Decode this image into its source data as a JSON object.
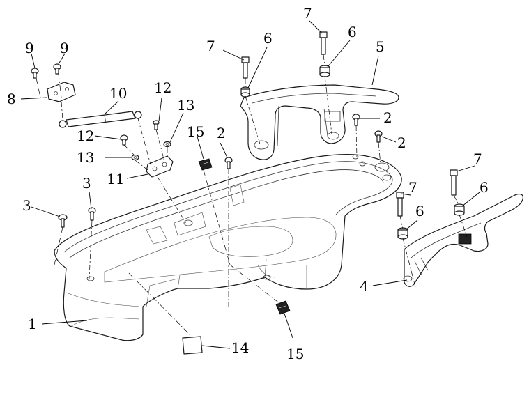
{
  "callouts": [
    {
      "id": "c1",
      "text": "1"
    },
    {
      "id": "c2a",
      "text": "2"
    },
    {
      "id": "c2b",
      "text": "2"
    },
    {
      "id": "c2c",
      "text": "2"
    },
    {
      "id": "c3a",
      "text": "3"
    },
    {
      "id": "c3b",
      "text": "3"
    },
    {
      "id": "c4",
      "text": "4"
    },
    {
      "id": "c5",
      "text": "5"
    },
    {
      "id": "c6a",
      "text": "6"
    },
    {
      "id": "c6b",
      "text": "6"
    },
    {
      "id": "c6c",
      "text": "6"
    },
    {
      "id": "c6d",
      "text": "6"
    },
    {
      "id": "c7a",
      "text": "7"
    },
    {
      "id": "c7b",
      "text": "7"
    },
    {
      "id": "c7c",
      "text": "7"
    },
    {
      "id": "c7d",
      "text": "7"
    },
    {
      "id": "c8",
      "text": "8"
    },
    {
      "id": "c9a",
      "text": "9"
    },
    {
      "id": "c9b",
      "text": "9"
    },
    {
      "id": "c10",
      "text": "10"
    },
    {
      "id": "c11",
      "text": "11"
    },
    {
      "id": "c12a",
      "text": "12"
    },
    {
      "id": "c12b",
      "text": "12"
    },
    {
      "id": "c13a",
      "text": "13"
    },
    {
      "id": "c13b",
      "text": "13"
    },
    {
      "id": "c14",
      "text": "14"
    },
    {
      "id": "c15a",
      "text": "15"
    },
    {
      "id": "c15b",
      "text": "15"
    }
  ],
  "colors": {
    "line": "#1a1a1a",
    "paper": "#ffffff"
  }
}
